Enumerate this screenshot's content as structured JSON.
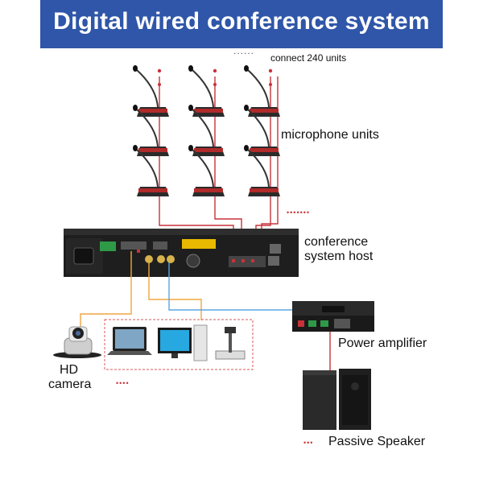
{
  "header": {
    "title": "Digital wired conference system"
  },
  "labels": {
    "connect": "connect 240 units",
    "dots_top": "......",
    "microphones": "microphone units",
    "dots_mics": "•••••••",
    "host_line1": "conference",
    "host_line2": "system host",
    "amplifier": "Power amplifier",
    "camera_line1": "HD",
    "camera_line2": "camera",
    "dots_camera": "••••",
    "speaker": "Passive Speaker",
    "dots_speaker": "•••"
  },
  "colors": {
    "banner": "#2f56a8",
    "red_cable": "#c8323a",
    "orange_cable": "#f0a640",
    "blue_cable": "#5aa6e0",
    "device_dark": "#1e1e1e"
  }
}
